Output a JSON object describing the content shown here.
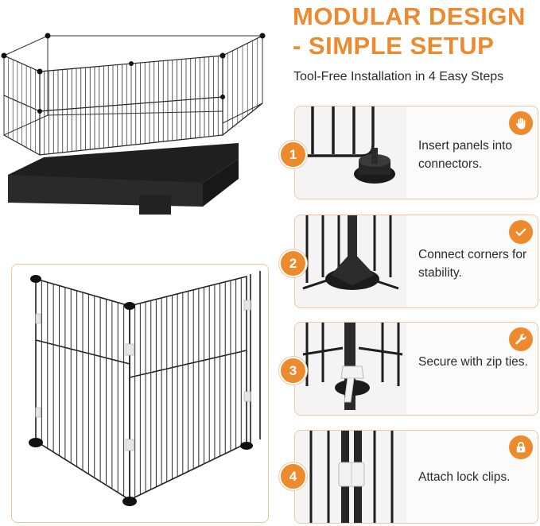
{
  "header": {
    "title": "MODULAR DESIGN - SIMPLE SETUP",
    "subtitle": "Tool-Free Installation in 4 Easy Steps"
  },
  "steps": [
    {
      "number": "1",
      "text": "Insert panels into connectors.",
      "icon": "hand-icon"
    },
    {
      "number": "2",
      "text": "Connect corners for stability.",
      "icon": "check-icon"
    },
    {
      "number": "3",
      "text": "Secure with zip ties.",
      "icon": "wrench-icon"
    },
    {
      "number": "4",
      "text": "Attach lock clips.",
      "icon": "lock-icon"
    }
  ],
  "colors": {
    "accent": "#ee8a2e",
    "border": "#e9c9a6",
    "text": "#2b2b2b",
    "metal": "#222222"
  }
}
